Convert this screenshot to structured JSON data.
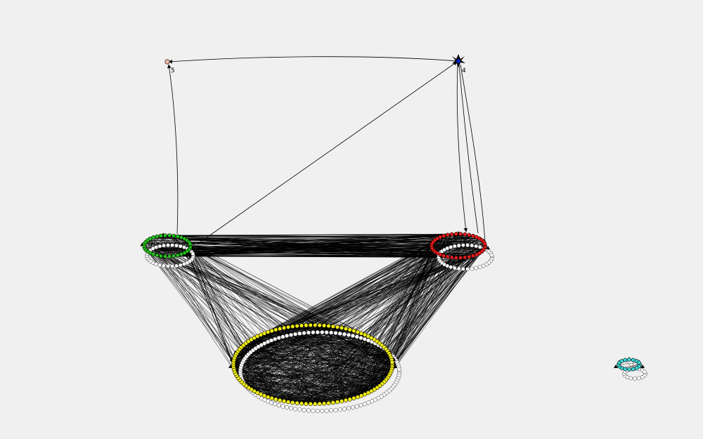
{
  "graph": {
    "nodes": [
      {
        "id": "node-5",
        "label": "5",
        "color": "#f4b8a8"
      },
      {
        "id": "node-4",
        "label": "4",
        "color": "#0a24c8"
      }
    ],
    "clusters": [
      {
        "id": "green-cluster",
        "color": "#22c51a",
        "ghost_color": "#ffffff"
      },
      {
        "id": "red-cluster",
        "color": "#ee1a1a",
        "ghost_color": "#ffffff"
      },
      {
        "id": "yellow-cluster",
        "color": "#f2ee12",
        "ghost_color": "#ffffff"
      },
      {
        "id": "cyan-cluster",
        "color": "#3cd6d6",
        "ghost_color": "#ffffff"
      }
    ],
    "edge_color": "#000000"
  }
}
